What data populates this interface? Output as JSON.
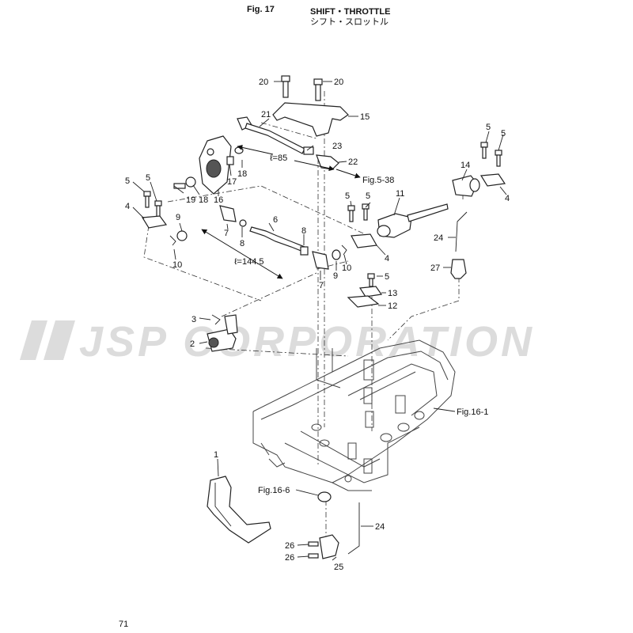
{
  "header": {
    "fig": "Fig. 17",
    "title_en": "SHIFT・THROTTLE",
    "title_jp": "シフト・スロットル"
  },
  "watermark": "JSP CORPORATION",
  "page_number": "71",
  "labels": {
    "p20a": "20",
    "p20b": "20",
    "p21": "21",
    "p15": "15",
    "p23": "23",
    "p22": "22",
    "fig538": "Fig.5-38",
    "l85": "ℓ=85",
    "p18a": "18",
    "p17": "17",
    "p16": "16",
    "p18b": "18",
    "p19": "19",
    "p5a": "5",
    "p5b": "5",
    "p4a": "4",
    "p9a": "9",
    "p10a": "10",
    "p7a": "7",
    "p8a": "8",
    "p6": "6",
    "p8b": "8",
    "l1445": "ℓ=144.5",
    "p7b": "7",
    "p9b": "9",
    "p10b": "10",
    "p3": "3",
    "p2": "2",
    "p5c": "5",
    "p5d": "5",
    "p11": "11",
    "p4b": "4",
    "p5e": "5",
    "p13": "13",
    "p12": "12",
    "p5f": "5",
    "p5g": "5",
    "p14": "14",
    "p4c": "4",
    "p24a": "24",
    "p27": "27",
    "fig161": "Fig.16-1",
    "p1": "1",
    "fig166": "Fig.16-6",
    "p24b": "24",
    "p26a": "26",
    "p26b": "26",
    "p25": "25"
  }
}
